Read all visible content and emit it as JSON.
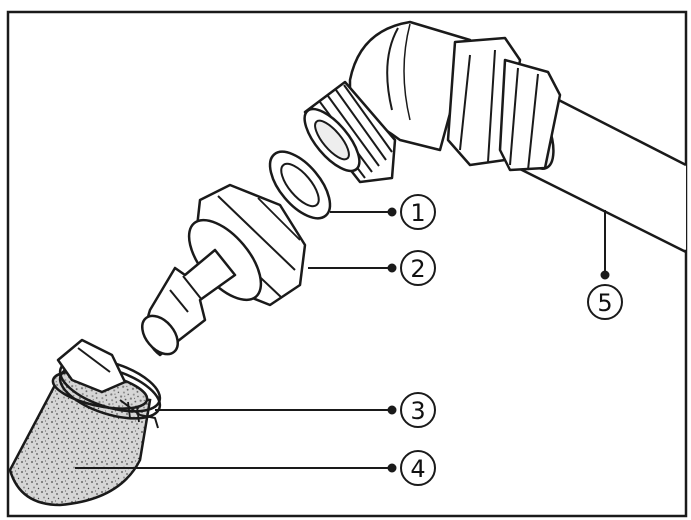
{
  "callouts": [
    {
      "id": "1",
      "label": "1"
    },
    {
      "id": "2",
      "label": "2"
    },
    {
      "id": "3",
      "label": "3"
    },
    {
      "id": "4",
      "label": "4"
    },
    {
      "id": "5",
      "label": "5"
    }
  ],
  "colors": {
    "line": "#1a1a1a",
    "fill": "#ffffff",
    "shade": "#e6e6e6",
    "filter": "#b9b9b9"
  },
  "parts": {
    "elbow": "elbow-fitting-icon",
    "hose": "hose-icon",
    "washer": "washer-icon",
    "barb": "hose-barb-nut-icon",
    "clamp": "hose-clamp-icon",
    "filter": "inlet-filter-icon"
  }
}
